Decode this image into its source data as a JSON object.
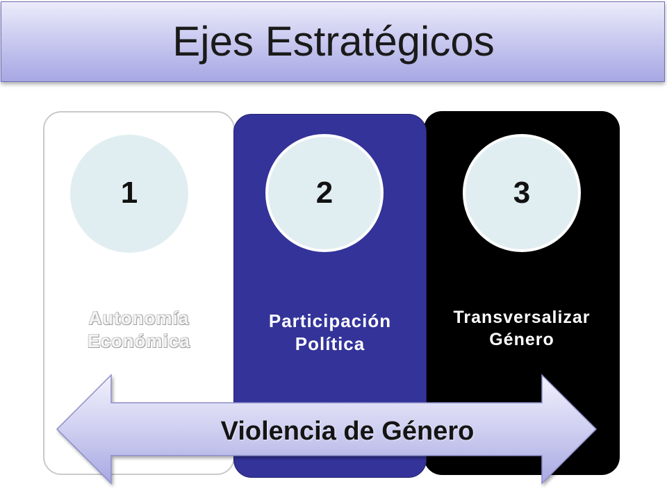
{
  "slide": {
    "title": "Ejes Estratégicos"
  },
  "axes": [
    {
      "number": "1",
      "label_line1": "Autonomía",
      "label_line2": "Económica",
      "color": "#ffffff"
    },
    {
      "number": "2",
      "label_line1": "Participación",
      "label_line2": "Política",
      "color": "#33339a"
    },
    {
      "number": "3",
      "label_line1": "Transversalizar",
      "label_line2": "Género",
      "color": "#000000"
    }
  ],
  "cross_cutting": {
    "label": "Violencia de Género",
    "arrow_color": "#c7c7ee"
  },
  "colors": {
    "title_bar": "#b9b9ea",
    "circle_fill": "#e1eef1"
  }
}
